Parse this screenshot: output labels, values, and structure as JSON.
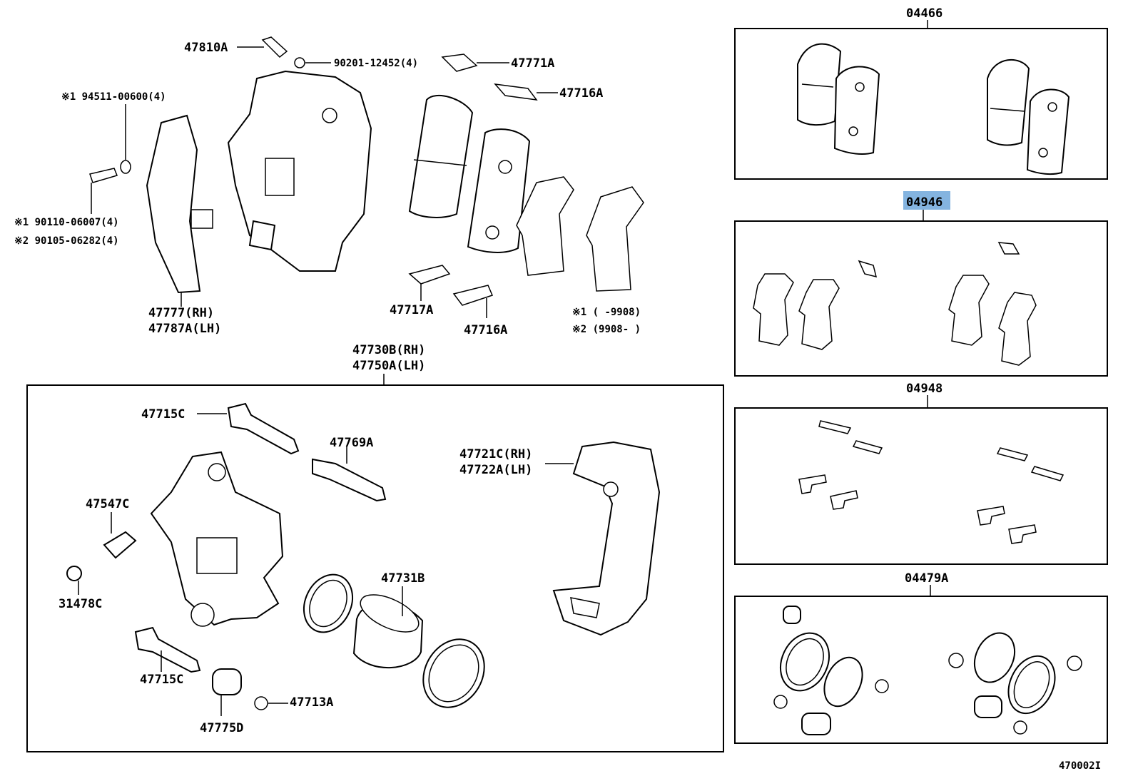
{
  "diagram_code": "470002I",
  "kits": {
    "pad_kit": "04466",
    "anti_squeal_kit": "04946",
    "fitting_kit": "04948",
    "cylinder_kit": "04479A"
  },
  "caliper_assembly": {
    "rh": "47730B(RH)",
    "lh": "47750A(LH)"
  },
  "upper_parts": {
    "bleeder_bolt": "47810A",
    "gasket": "90201-12452(4)",
    "clip_upper": "47771A",
    "clip_upper_b": "47716A",
    "washer_note": "※1 94511-00600(4)",
    "bolt_note_1": "※1 90110-06007(4)",
    "bolt_note_2": "※2 90105-06282(4)",
    "dust_cover_rh": "47777(RH)",
    "dust_cover_lh": "47787A(LH)",
    "clip_lower_a": "47717A",
    "clip_lower_b": "47716A",
    "legend_1": "※1 (    -9908)",
    "legend_2": "※2 (9908-     )"
  },
  "caliper_parts": {
    "slide_pin_top": "47715C",
    "slide_pin_b": "47769A",
    "bleeder_plug": "47547C",
    "cap": "31478C",
    "slide_pin_bottom": "47715C",
    "boot": "47775D",
    "bushing": "47713A",
    "piston": "47731B",
    "mounting_rh": "47721C(RH)",
    "mounting_lh": "47722A(LH)"
  }
}
